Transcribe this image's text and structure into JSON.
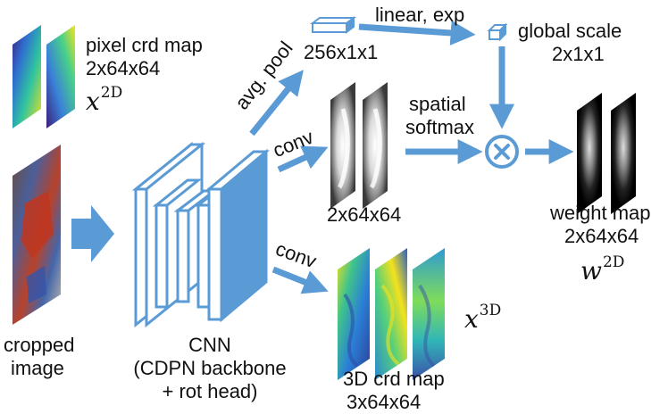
{
  "inputs": {
    "pixel_map_title": "pixel crd map",
    "pixel_map_shape": "2x64x64",
    "pixel_map_symbol": "x",
    "pixel_map_symbol_sup": "2D",
    "image_label_line1": "cropped",
    "image_label_line2": "image"
  },
  "cnn": {
    "label_line1": "CNN",
    "label_line2": "(CDPN backbone",
    "label_line3": "+ rot head)"
  },
  "branches": {
    "avg_pool": "avg. pool",
    "conv_top": "conv",
    "conv_bottom": "conv",
    "linear_exp": "linear, exp",
    "spatial_line1": "spatial",
    "spatial_line2": "softmax"
  },
  "shapes": {
    "pooled": "256x1x1",
    "global_scale_title": "global scale",
    "global_scale_shape": "2x1x1",
    "softmax_map": "2x64x64",
    "weight_map_title": "weight map",
    "weight_map_shape": "2x64x64",
    "weight_symbol": "w",
    "weight_symbol_sup": "2D",
    "crd3d_title": "3D crd map",
    "crd3d_shape": "3x64x64",
    "crd3d_symbol": "x",
    "crd3d_symbol_sup": "3D"
  },
  "colors": {
    "arrow": "#5b9bd5",
    "cnn_fill": "#5b9bd5",
    "multiply_ring": "#5b9bd5"
  },
  "icons": {
    "multiply": "multiply-circle-icon"
  }
}
